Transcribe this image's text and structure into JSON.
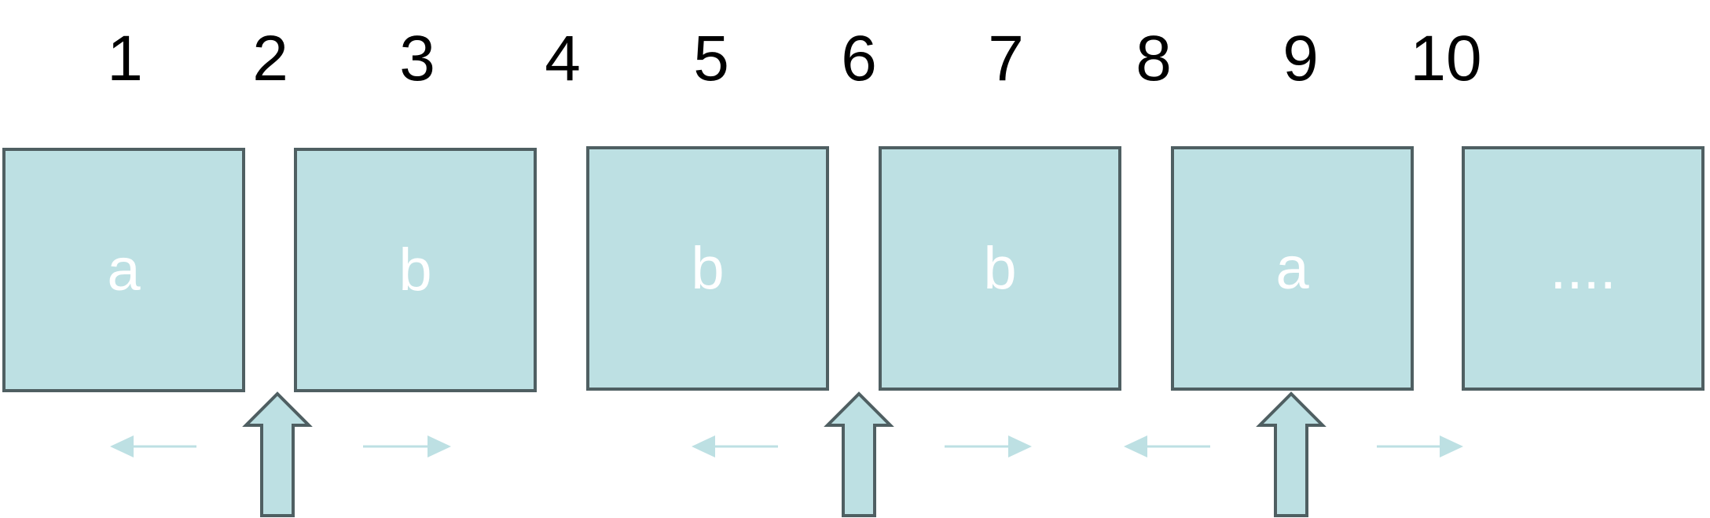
{
  "positions": [
    "1",
    "2",
    "3",
    "4",
    "5",
    "6",
    "7",
    "8",
    "9",
    "10"
  ],
  "cells": [
    "a",
    "b",
    "b",
    "b",
    "a",
    "...."
  ],
  "colors": {
    "cell_fill": "#bde0e3",
    "cell_border": "#4f5f62",
    "cell_text": "#ffffff",
    "pointer_fill": "#bde0e3",
    "pointer_stroke": "#4f5f62",
    "direction_arrow": "#bde0e3",
    "number_text": "#000000"
  },
  "icons": {
    "pointer": "up-arrow-icon",
    "left": "left-arrow-icon",
    "right": "right-arrow-icon"
  }
}
